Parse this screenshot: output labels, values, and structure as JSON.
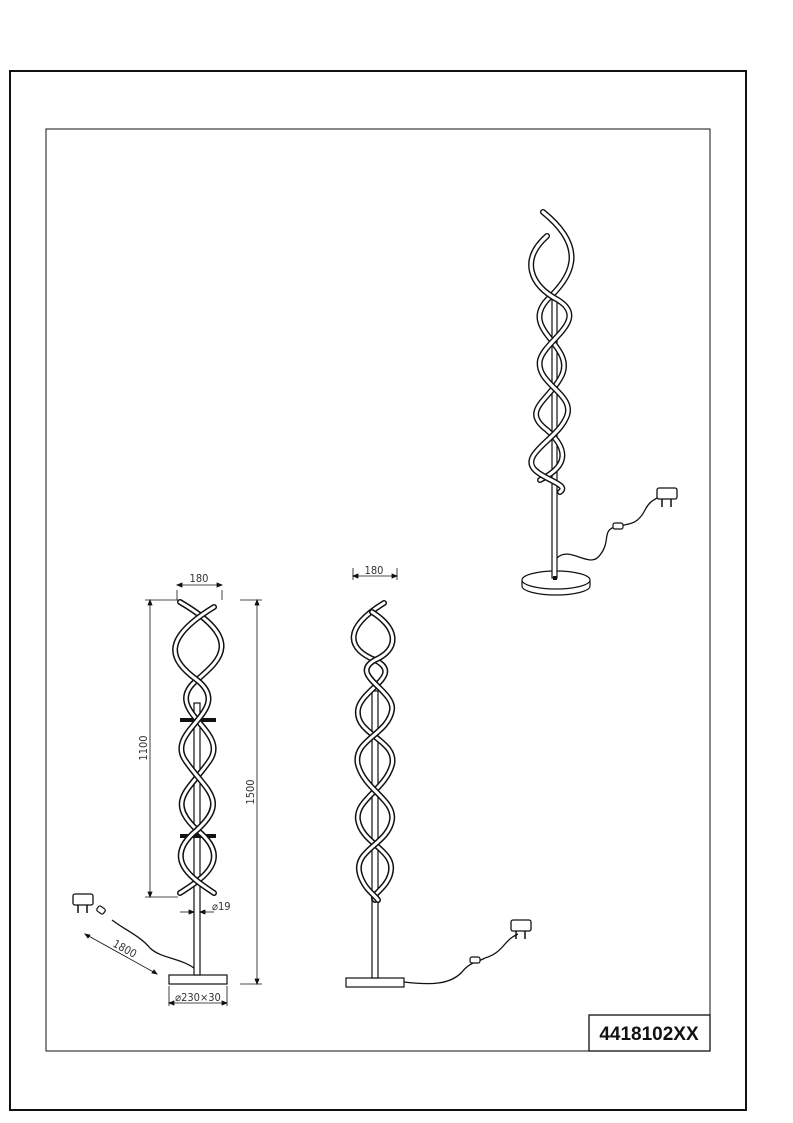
{
  "drawing": {
    "product_code": "4418102XX",
    "dimensions": {
      "front_width": "180",
      "side_width": "180",
      "spiral_height": "1100",
      "total_height": "1500",
      "pole_diameter": "⌀19",
      "cable_length": "1800",
      "base": "⌀230×30"
    }
  },
  "icons": [
    "plug-adapter-icon",
    "plug-adapter-icon",
    "plug-adapter-icon"
  ]
}
